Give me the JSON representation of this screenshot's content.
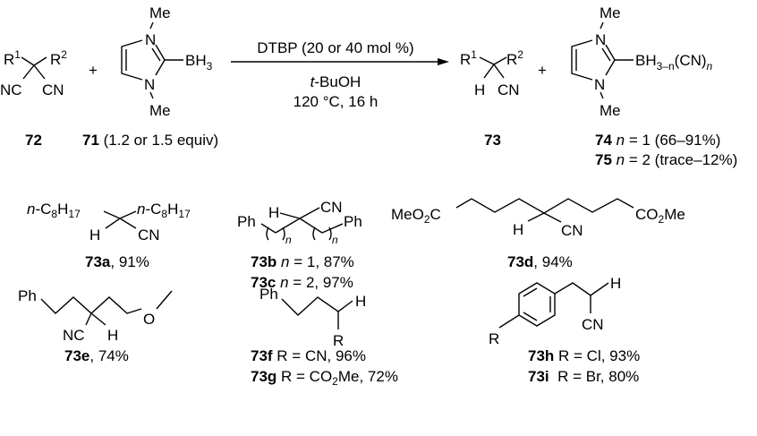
{
  "reaction": {
    "reactant72": {
      "r": "R",
      "sup1": "1",
      "sup2": "2",
      "nc": "NC",
      "cn": "CN",
      "label": "72"
    },
    "plus": "+",
    "nhc": {
      "me": "Me",
      "n": "N",
      "bh": "BH",
      "sub3": "3"
    },
    "label71": {
      "bold": "71",
      "text": " (1.2 or 1.5 equiv)"
    },
    "conditions": {
      "reagent": "DTBP (20 or 40 mol %)",
      "solvent_prefix": "t",
      "solvent": "-BuOH",
      "temp_time": "120 °C, 16 h"
    },
    "product73": {
      "h": "H",
      "cn": "CN",
      "label": "73"
    },
    "product74": {
      "bh": "BH",
      "sub": "3–n",
      "cn_group": "(CN)",
      "sub_n": "n"
    },
    "label74": {
      "bold": "74",
      "n": "n",
      "text": " = 1 (66–91%)"
    },
    "label75": {
      "bold": "75",
      "n": "n",
      "text": " = 2 (trace–12%)"
    }
  },
  "examples": {
    "a": {
      "n": "n",
      "c": "-C",
      "s8": "8",
      "h": "H",
      "s17": "17",
      "hatom": "H",
      "cn": "CN",
      "bold": "73a",
      "text": ", 91%"
    },
    "bc": {
      "ph": "Ph",
      "h": "H",
      "cn": "CN",
      "n": "n",
      "b_bold": "73b",
      "b_n": "n",
      "b_text": " = 1, 87%",
      "c_bold": "73c",
      "c_n": "n",
      "c_text": " = 2, 97%"
    },
    "d": {
      "left": "MeO",
      "left2": "C",
      "sub2": "2",
      "right": "CO",
      "right2": "Me",
      "h": "H",
      "cn": "CN",
      "bold": "73d",
      "text": ", 94%"
    },
    "e": {
      "ph": "Ph",
      "nc": "NC",
      "h": "H",
      "o": "O",
      "bold": "73e",
      "text": ", 74%"
    },
    "fg": {
      "ph": "Ph",
      "h": "H",
      "r": "R",
      "f_bold": "73f",
      "f_text": " R = CN, 96%",
      "g_bold": "73g",
      "g_text": " R = CO",
      "g_sub": "2",
      "g_text2": "Me, 72%"
    },
    "hi": {
      "r": "R",
      "h": "H",
      "cn": "CN",
      "h_bold": "73h",
      "h_text": " R = Cl, 93%",
      "i_bold": "73i",
      "i_text": "  R = Br, 80%"
    }
  }
}
